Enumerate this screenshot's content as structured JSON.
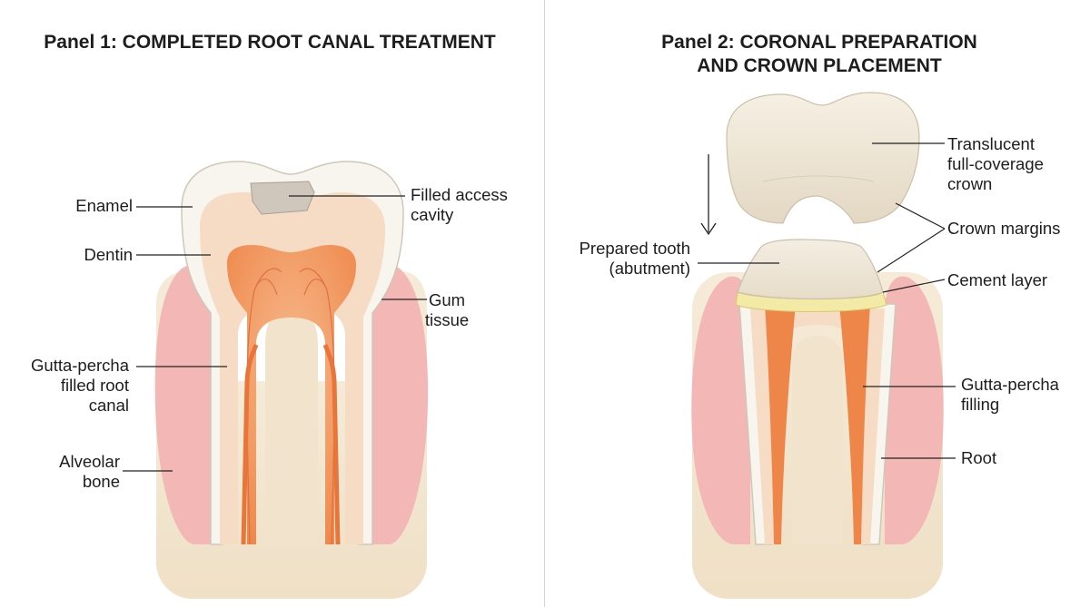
{
  "panel1": {
    "title": "Panel 1: COMPLETED ROOT CANAL TREATMENT",
    "labels": {
      "enamel": "Enamel",
      "dentin": "Dentin",
      "filled_access_cavity": [
        "Filled access",
        "cavity"
      ],
      "gum_tissue": [
        "Gum",
        "tissue"
      ],
      "gutta_percha_canal": [
        "Gutta-percha",
        "filled root",
        "canal"
      ],
      "alveolar_bone": [
        "Alveolar",
        "bone"
      ]
    }
  },
  "panel2": {
    "title": [
      "Panel 2: CORONAL PREPARATION",
      "AND CROWN PLACEMENT"
    ],
    "labels": {
      "translucent_crown": [
        "Translucent",
        "full-coverage",
        "crown"
      ],
      "crown_margins": "Crown margins",
      "prepared_tooth": [
        "Prepared tooth",
        "(abutment)"
      ],
      "cement_layer": "Cement layer",
      "gutta_percha_filling": [
        "Gutta-percha",
        "filling"
      ],
      "root": "Root"
    }
  },
  "colors": {
    "bone": "#f3e7d2",
    "gum": "#f2b5b5",
    "enamel": "#f7f3ea",
    "dentin": "#f6dcc4",
    "pulp": "#f39a5e",
    "gutta_percha": "#e8763a",
    "filling": "#cfc6bc",
    "crown": "#efe7d8",
    "cement": "#f4eaa8"
  }
}
